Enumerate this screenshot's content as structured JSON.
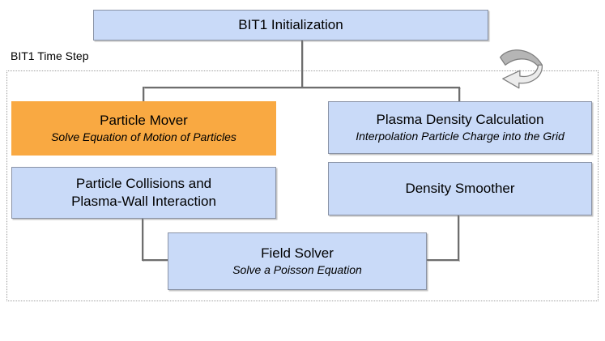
{
  "diagram": {
    "title_box": {
      "label": "BIT1 Initialization"
    },
    "timestep_label": "BIT1 Time Step",
    "boxes": {
      "particle_mover": {
        "title": "Particle Mover",
        "subtitle": "Solve Equation of Motion of Particles"
      },
      "plasma_density": {
        "title": "Plasma Density Calculation",
        "subtitle": "Interpolation Particle Charge into the Grid"
      },
      "particle_collisions": {
        "title": "Particle Collisions and\nPlasma-Wall Interaction"
      },
      "density_smoother": {
        "title": "Density Smoother"
      },
      "field_solver": {
        "title": "Field Solver",
        "subtitle": "Solve a Poisson Equation"
      }
    },
    "icons": {
      "loop_arrow_icon": "circular-loop-arrow"
    },
    "colors": {
      "box_blue": "#c9daf8",
      "box_orange": "#f9a942",
      "box_border": "#8a93a6",
      "connector": "#6e6e6e",
      "dashed_border": "#9e9e9e",
      "arrow_dark": "#b5b5b5",
      "arrow_light": "#ececec",
      "arrow_stroke": "#7f7f7f"
    }
  }
}
